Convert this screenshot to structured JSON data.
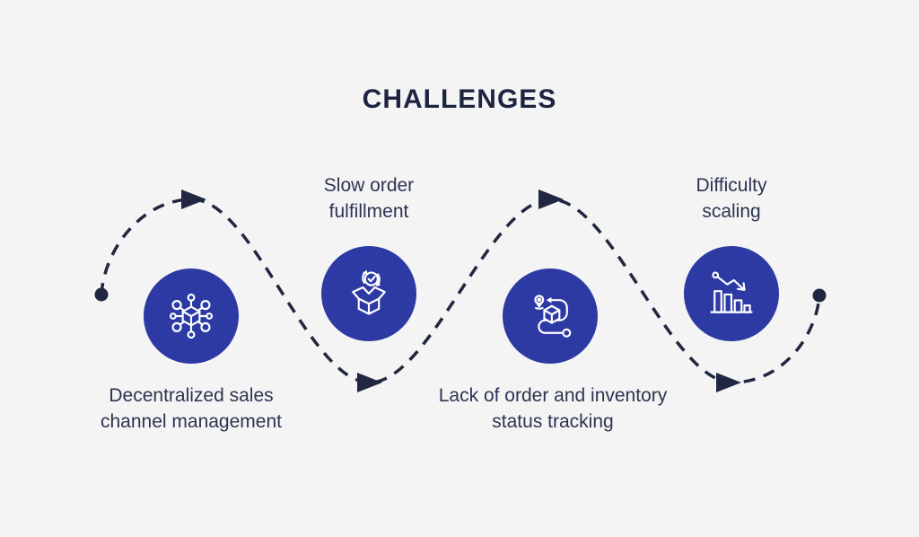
{
  "title": "CHALLENGES",
  "colors": {
    "background": "#f4f4f4",
    "circle": "#2d3aa4",
    "label_text": "#2d3452",
    "title_text": "#1e2440",
    "path": "#212740"
  },
  "flow": {
    "style": "dashed-wave",
    "direction": "left-to-right",
    "arrow_count": 4,
    "endpoints": [
      "start-dot",
      "end-dot"
    ]
  },
  "steps": [
    {
      "label": "Decentralized sales\nchannel management",
      "icon": "network-cube-icon",
      "label_position": "below"
    },
    {
      "label": "Slow order\nfulfillment",
      "icon": "box-fulfillment-icon",
      "label_position": "above"
    },
    {
      "label": "Lack of order and inventory\nstatus tracking",
      "icon": "route-package-tracking-icon",
      "label_position": "below"
    },
    {
      "label": "Difficulty\nscaling",
      "icon": "declining-bar-chart-icon",
      "label_position": "above"
    }
  ]
}
